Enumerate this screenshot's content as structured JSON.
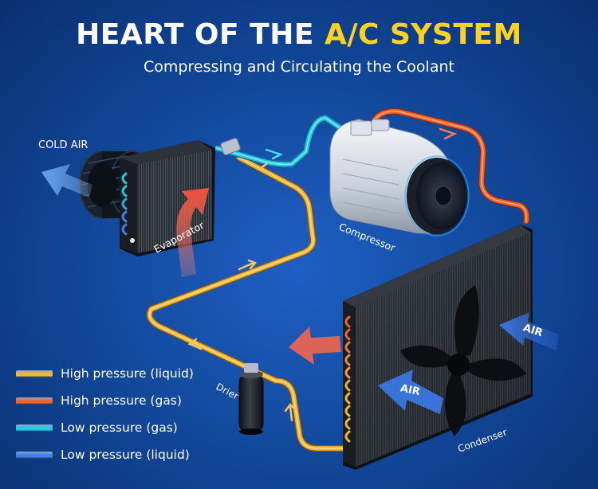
{
  "header": {
    "title_main": "HEART OF THE ",
    "title_accent": "A/C SYSTEM",
    "subtitle": "Compressing and Circulating the Coolant"
  },
  "labels": {
    "cold_air": "COLD AIR",
    "evaporator": "Evaporator",
    "compressor": "Compressor",
    "condenser": "Condenser",
    "drier": "Drier",
    "air_right": "AIR",
    "air_center": "AIR"
  },
  "legend": {
    "items": [
      {
        "label": "High pressure (liquid)",
        "color": "#f2b638"
      },
      {
        "label": "High pressure (gas)",
        "color": "#f0642c"
      },
      {
        "label": "Low pressure (gas)",
        "color": "#25c6e6"
      },
      {
        "label": "Low pressure (liquid)",
        "color": "#3f82e6"
      }
    ]
  },
  "colors": {
    "title_accent": "#ffd21f",
    "background": "#124a9e",
    "hot_arrow": "#f0664c",
    "cold_arrow": "#6ea9f0"
  }
}
